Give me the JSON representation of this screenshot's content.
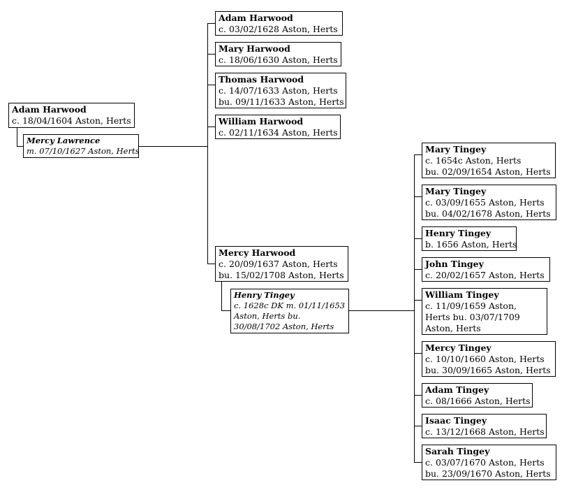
{
  "root": {
    "name": "Adam Harwood",
    "details": [
      "c. 18/04/1604 Aston, Herts"
    ]
  },
  "root_spouse": {
    "name": "Mercy Lawrence",
    "details": [
      "m. 07/10/1627 Aston, Herts"
    ]
  },
  "children": [
    {
      "name": "Adam Harwood",
      "details": [
        "c. 03/02/1628 Aston, Herts"
      ]
    },
    {
      "name": "Mary Harwood",
      "details": [
        "c. 18/06/1630 Aston, Herts"
      ]
    },
    {
      "name": "Thomas Harwood",
      "details": [
        "c. 14/07/1633 Aston, Herts",
        "bu. 09/11/1633 Aston, Herts"
      ]
    },
    {
      "name": "William Harwood",
      "details": [
        "c. 02/11/1634 Aston, Herts"
      ]
    },
    {
      "name": "Mercy Harwood",
      "details": [
        "c. 20/09/1637 Aston, Herts",
        "bu. 15/02/1708 Aston, Herts"
      ]
    }
  ],
  "child_spouse": {
    "name": "Henry Tingey",
    "details": [
      "c. 1628c DK m. 01/11/1653 Aston, Herts bu. 30/08/1702 Aston, Herts"
    ]
  },
  "grandchildren": [
    {
      "name": "Mary Tingey",
      "details": [
        "c. 1654c Aston, Herts",
        "bu. 02/09/1654 Aston, Herts"
      ]
    },
    {
      "name": "Mary Tingey",
      "details": [
        "c. 03/09/1655 Aston, Herts",
        "bu. 04/02/1678 Aston, Herts"
      ]
    },
    {
      "name": "Henry Tingey",
      "details": [
        "b. 1656 Aston, Herts"
      ]
    },
    {
      "name": "John Tingey",
      "details": [
        "c. 20/02/1657 Aston, Herts"
      ]
    },
    {
      "name": "William Tingey",
      "details": [
        "c. 11/09/1659 Aston, Herts bu. 03/07/1709 Aston, Herts"
      ]
    },
    {
      "name": "Mercy Tingey",
      "details": [
        "c. 10/10/1660 Aston, Herts",
        "bu. 30/09/1665 Aston, Herts"
      ]
    },
    {
      "name": "Adam Tingey",
      "details": [
        "c. 08/1666 Aston, Herts"
      ]
    },
    {
      "name": "Isaac Tingey",
      "details": [
        "c. 13/12/1668 Aston, Herts"
      ]
    },
    {
      "name": "Sarah Tingey",
      "details": [
        "c. 03/07/1670 Aston, Herts",
        "bu. 23/09/1670 Aston, Herts"
      ]
    }
  ]
}
